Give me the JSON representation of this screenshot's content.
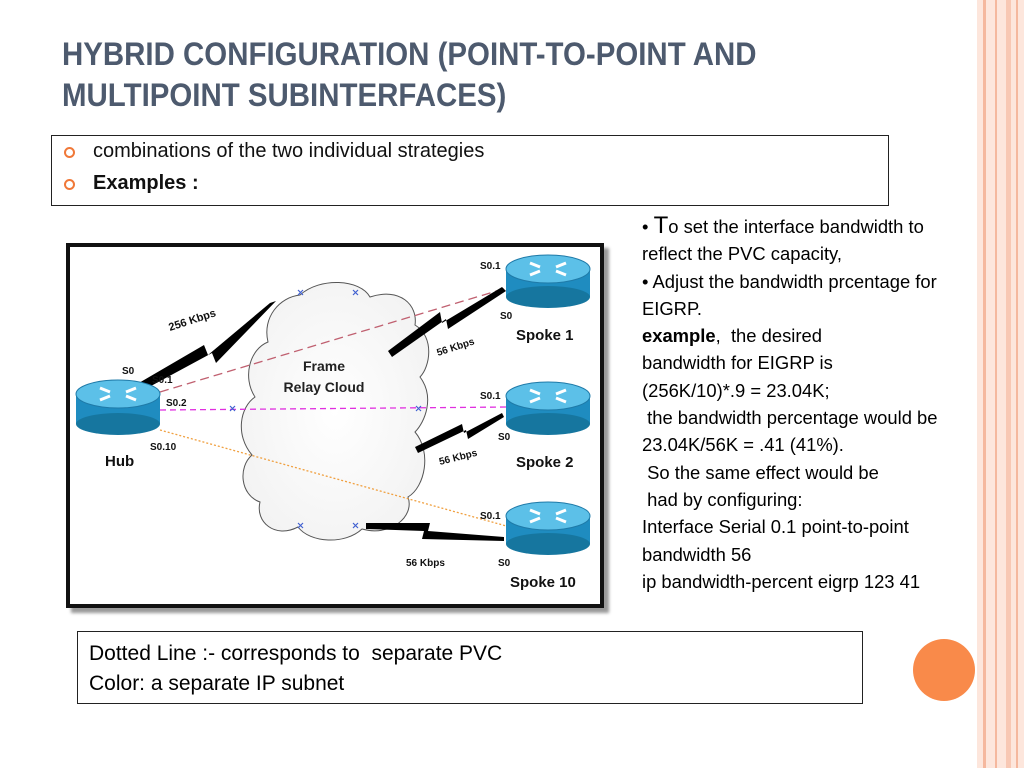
{
  "slide": {
    "title_line1": "HYBRID CONFIGURATION (POINT-TO-POINT AND",
    "title_line2": "MULTIPOINT SUBINTERFACES)",
    "bullets": [
      {
        "text": "combinations of the two individual strategies",
        "bold": false
      },
      {
        "text": "Examples :",
        "bold": true
      }
    ],
    "right_text": {
      "line1_big_t": "T",
      "line1_rest": "o set the interface bandwidth to",
      "line2": "reflect the PVC capacity,",
      "line3": "• Adjust the bandwidth prcentage for",
      "line4": "EIGRP.",
      "line5_bold": "example",
      "line5_rest": ",  the desired",
      "line6": "bandwidth for EIGRP is",
      "line7": "(256K/10)*.9 = 23.04K;",
      "line8": " the bandwidth percentage would be",
      "line9": "23.04K/56K = .41 (41%).",
      "line10": " So the same effect would be",
      "line11": " had by configuring:",
      "line12": "Interface Serial 0.1 point-to-point",
      "line13": "bandwidth 56",
      "line14": "ip bandwidth-percent eigrp 123 41"
    },
    "bottom_box": {
      "line1": "Dotted Line :- corresponds to  separate PVC",
      "line2": "Color: a separate IP subnet"
    }
  },
  "diagram": {
    "cloud_line1": "Frame",
    "cloud_line2": "Relay Cloud",
    "hub_label": "Hub",
    "hub_s0": "S0",
    "hub_s01": "S0.1",
    "hub_s02": "S0.2",
    "hub_s010": "S0.10",
    "hub_link": "256 Kbps",
    "spokes": [
      {
        "name": "Spoke 1",
        "sub": "S0.1",
        "port": "S0",
        "link": "56 Kbps"
      },
      {
        "name": "Spoke 2",
        "sub": "S0.1",
        "port": "S0",
        "link": "56 Kbps"
      },
      {
        "name": "Spoke 10",
        "sub": "S0.1",
        "port": "S0",
        "link": "56 Kbps"
      }
    ],
    "colors": {
      "pvc1": "#c06070",
      "pvc2": "#e030e0",
      "pvc3": "#f0a040",
      "router_face": "#1f8cc0",
      "router_top": "#5cc0e8"
    }
  },
  "theme": {
    "accent": "#f98a4a",
    "title_color": "#4d5a6e"
  }
}
